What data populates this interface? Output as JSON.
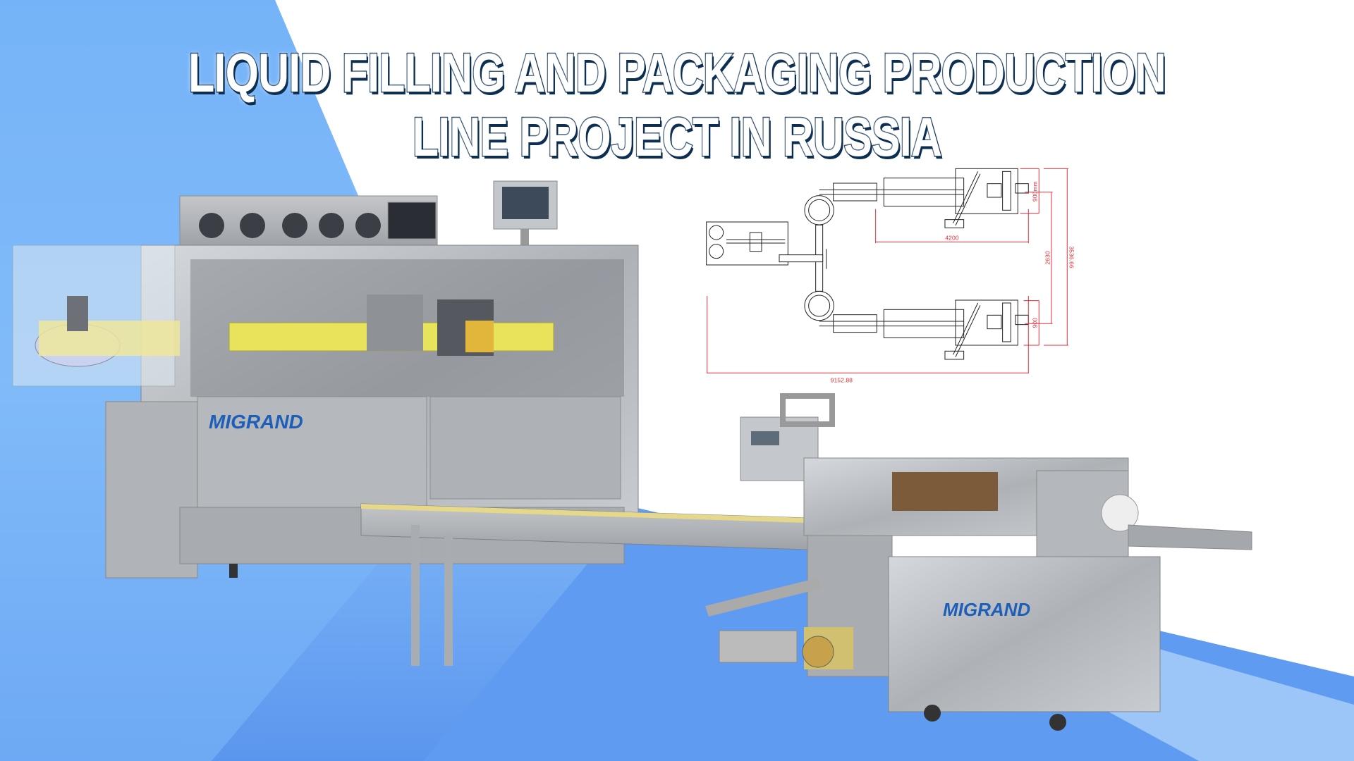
{
  "title": "LIQUID FILLING AND PACKAGING PRODUCTION LINE PROJECT IN RUSSIA",
  "filling_machine": {
    "logo": "MIGRAND"
  },
  "packaging_machine": {
    "logo": "MIGRAND"
  },
  "layout_drawing": {
    "dimensions": {
      "conveyor_length": "4200",
      "upper_width": "900mm",
      "lower_width": "900",
      "lane_spacing": "2630",
      "overall_width": "3536.66",
      "overall_length": "9152.88"
    }
  },
  "colors": {
    "background_blue": "#5b9cf0",
    "light_blue": "#a9d0fb",
    "title_outline": "#0d2f52",
    "dimension_red": "#e0303a",
    "logo_blue": "#1d5fb8",
    "steel": "#b9bcc0"
  }
}
